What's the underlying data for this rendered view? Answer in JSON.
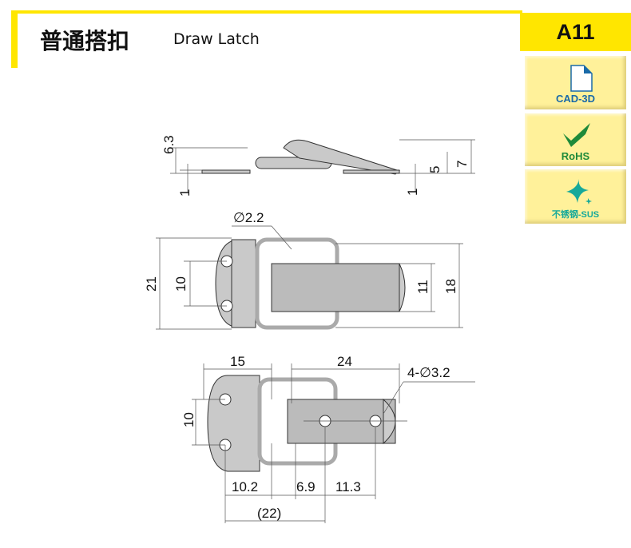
{
  "header": {
    "title_cn": "普通搭扣",
    "title_en": "Draw Latch",
    "code": "A11"
  },
  "badges": [
    {
      "label": "CAD-3D",
      "icon": "file-icon",
      "color": "#1a6aa8"
    },
    {
      "label": "RoHS",
      "icon": "checkmark-icon",
      "color": "#1e8a3a"
    },
    {
      "label": "不锈钢-SUS",
      "icon": "sparkle-icon",
      "color": "#16a99a"
    }
  ],
  "side_view": {
    "dims": [
      "6.3",
      "1",
      "5",
      "7",
      "1"
    ]
  },
  "top_view": {
    "dims": [
      "∅2.2",
      "21",
      "10",
      "11",
      "18"
    ]
  },
  "bottom_view": {
    "dims": [
      "15",
      "24",
      "4-∅3.2",
      "10",
      "10.2",
      "6.9",
      "11.3",
      "(22)"
    ]
  }
}
